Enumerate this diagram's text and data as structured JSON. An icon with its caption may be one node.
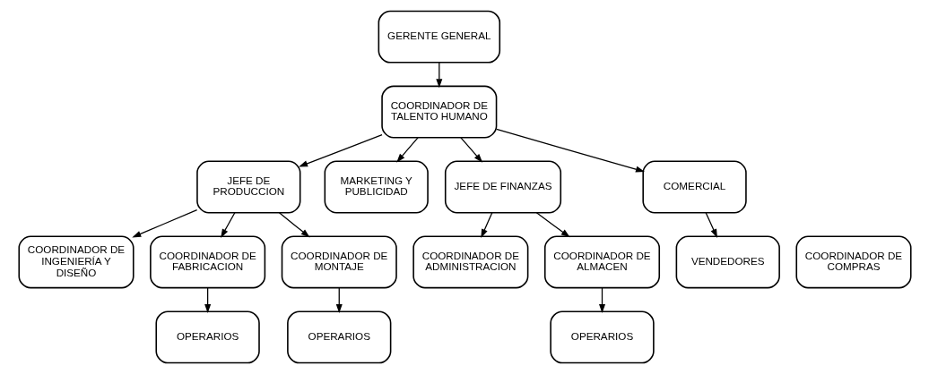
{
  "diagram": {
    "nodes": [
      {
        "text": [
          "GERENTE GENERAL"
        ]
      },
      {
        "text": [
          "COORDINADOR DE TALENTO HUMANO"
        ]
      },
      {
        "text": [
          "JEFE DE PRODUCCION"
        ]
      },
      {
        "text": [
          "MARKETING Y PUBLICIDAD"
        ]
      },
      {
        "text": [
          "JEFE DE FINANZAS"
        ]
      },
      {
        "text": [
          "COMERCIAL"
        ]
      },
      {
        "text": [
          "COORDINADOR DE INGENIERÍA Y DISEÑO"
        ]
      },
      {
        "text": [
          "COORDINADOR DE FABRICACION"
        ]
      },
      {
        "text": [
          "COORDINADOR DE MONTAJE"
        ]
      },
      {
        "text": [
          "COORDINADOR DE ADMINISTRACION"
        ]
      },
      {
        "text": [
          "COORDINADOR DE COMPRAS"
        ]
      },
      {
        "text": [
          "COORDINADOR DE ALMACEN"
        ]
      },
      {
        "text": [
          "VENDEDORES"
        ]
      },
      {
        "text": [
          "OPERARIOS"
        ]
      },
      {
        "text": [
          "OPERARIOS"
        ]
      },
      {
        "text": [
          "OPERARIOS"
        ]
      }
    ],
    "edges": [
      {
        "from": 0,
        "to": 1,
        "arrow": "to"
      },
      {
        "from": 1,
        "to": 2,
        "arrow": "to"
      },
      {
        "from": 1,
        "to": 3,
        "arrow": "to"
      },
      {
        "from": 1,
        "to": 4,
        "arrow": "to"
      },
      {
        "from": 1,
        "to": 5,
        "arrow": "to"
      },
      {
        "from": 2,
        "to": 6,
        "arrow": "to"
      },
      {
        "from": 2,
        "to": 7,
        "arrow": "to"
      },
      {
        "from": 2,
        "to": 8,
        "arrow": "to"
      },
      {
        "from": 4,
        "to": 9,
        "arrow": "to"
      },
      {
        "from": 4,
        "to": 11,
        "arrow": "to"
      },
      {
        "from": 5,
        "to": 12,
        "arrow": "to"
      },
      {
        "from": 7,
        "to": 13,
        "arrow": "to"
      },
      {
        "from": 8,
        "to": 14,
        "arrow": "to"
      },
      {
        "from": 11,
        "to": 15,
        "arrow": "to"
      }
    ]
  }
}
